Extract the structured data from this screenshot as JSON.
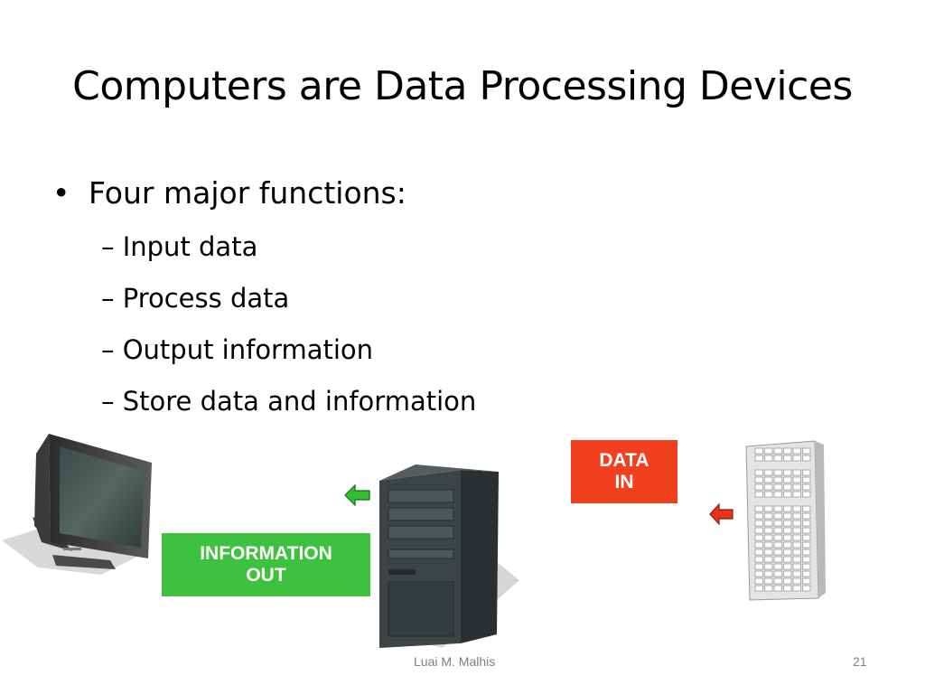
{
  "slide": {
    "title": "Computers are Data Processing Devices",
    "bullet": "Four major functions:",
    "bullet_marker": "•",
    "sub_marker": "–",
    "sub_items": [
      "Input data",
      "Process data",
      "Output information",
      "Store data and information"
    ]
  },
  "labels": {
    "information_out_line1": "INFORMATION",
    "information_out_line2": "OUT",
    "data_in_line1": "DATA",
    "data_in_line2": "IN"
  },
  "footer": {
    "author": "Luai M. Malhis",
    "page_number": "21"
  },
  "colors": {
    "information_out": "#3ec13e",
    "data_in": "#f0401e",
    "arrow_green": "#2fbf2f",
    "arrow_red": "#e8321a"
  },
  "icons": [
    "monitor-icon",
    "computer-tower-icon",
    "keyboard-icon",
    "left-arrow-icon"
  ]
}
